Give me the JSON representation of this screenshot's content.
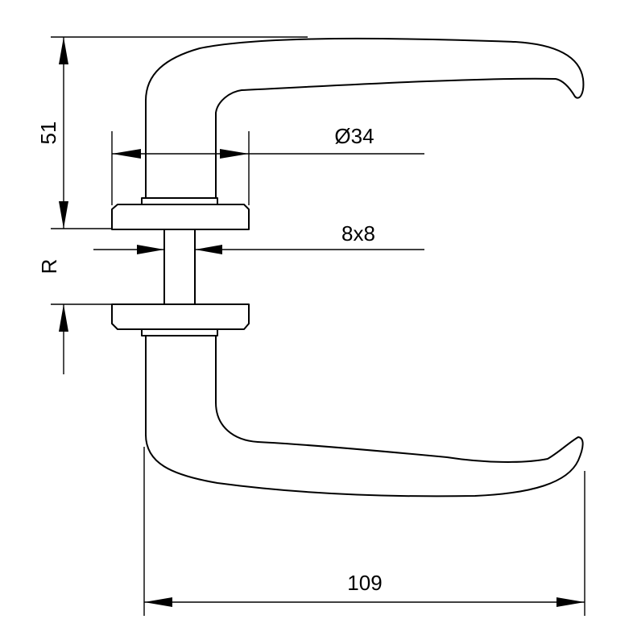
{
  "dimensions": {
    "height_51": "51",
    "diameter_34": "Ø34",
    "spindle_8x8": "8x8",
    "door_thickness_r": "R",
    "length_109": "109"
  }
}
